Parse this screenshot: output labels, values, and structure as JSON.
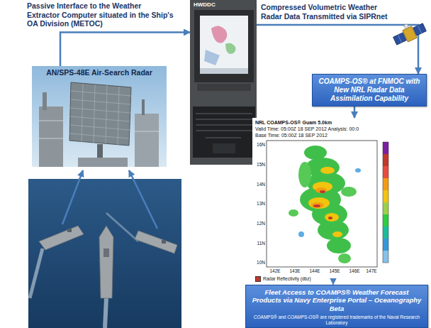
{
  "diagram": {
    "nodes": [
      {
        "text": [
          "AN/SPS-48E Air-Search Radar"
        ]
      },
      {
        "text": [
          "HWDDC"
        ]
      },
      {
        "text": [
          "COAMPS-OS® at FNMOC with New NRL Radar Data Assimilation Capability"
        ]
      },
      {
        "text": [
          "NRL COAMPS-OS® Guam 5.0km",
          "Valid Time: 05:00Z 18 SEP 2012 Analysis: 00:0",
          "Base Time: 05:00Z 18 SEP 2012"
        ]
      },
      {
        "text": [
          "Fleet Access to COAMPS® Weather Forecast Products via Navy Enterprise Portal – Oceanography Beta",
          "COAMPS® and COAMPS-OS® are registered trademarks of the Naval Research Laboratory"
        ]
      }
    ],
    "edges": [
      {
        "from": 0,
        "to": 1,
        "arrow": "to",
        "label": "Passive Interface to the Weather Extractor Computer situated in the Ship's OA Division (METOC)"
      },
      {
        "from": 1,
        "to": 2,
        "arrow": "to",
        "label": "Compressed Volumetric Weather Radar Data Transmitted via SIPRnet"
      },
      {
        "from": 2,
        "to": 3,
        "arrow": "to"
      },
      {
        "from": 3,
        "to": 4,
        "arrow": "to"
      }
    ],
    "labels": [
      "16N",
      "15N",
      "14N",
      "13N",
      "12N",
      "11N",
      "10N",
      "142E",
      "143E",
      "144E",
      "145E",
      "146E",
      "147E"
    ],
    "legend": [
      {
        "text": "Radar Reflectivity (dbz)",
        "color": "#c0392b"
      }
    ]
  }
}
